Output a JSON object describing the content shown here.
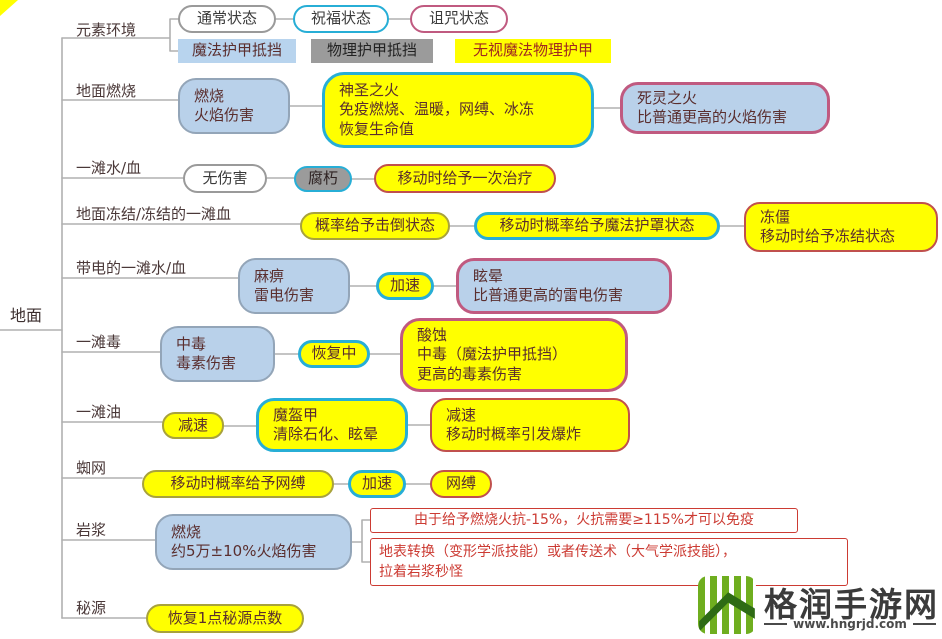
{
  "root": "地面",
  "branches": {
    "element_env": "元素环境",
    "ground_burning": "地面燃烧",
    "water_blood_pool": "一滩水/血",
    "frozen_ground": "地面冻结/冻结的一滩血",
    "electrified_pool": "带电的一滩水/血",
    "poison_pool": "一滩毒",
    "oil_pool": "一滩油",
    "spider_web": "蜘网",
    "lava": "岩浆",
    "source": "秘源"
  },
  "nodes": {
    "normal_state": "通常状态",
    "blessed_state": "祝福状态",
    "cursed_state": "诅咒状态",
    "magic_armor_block": "魔法护甲抵挡",
    "physical_armor_block": "物理护甲抵挡",
    "ignore_armor": "无视魔法物理护甲",
    "burning": {
      "lines": [
        "燃烧",
        "火焰伤害"
      ]
    },
    "holy_fire": {
      "lines": [
        "神圣之火",
        "免疫燃烧、温暖，网缚、冰冻",
        "恢复生命值"
      ]
    },
    "necro_fire": {
      "lines": [
        "死灵之火",
        "比普通更高的火焰伤害"
      ]
    },
    "no_damage": "无伤害",
    "decay": "腐朽",
    "heal_once": "移动时给予一次治疗",
    "knockdown": "概率给予击倒状态",
    "magic_shell": "移动时概率给予魔法护罩状态",
    "frozen_stiff": {
      "lines": [
        "冻僵",
        "移动时给予冻结状态"
      ]
    },
    "paralyzed": {
      "lines": [
        "麻痹",
        "雷电伤害"
      ]
    },
    "haste_1": "加速",
    "dazzled": {
      "lines": [
        "眩晕",
        "比普通更高的雷电伤害"
      ]
    },
    "poisoned": {
      "lines": [
        "中毒",
        "毒素伤害"
      ]
    },
    "regenerating": "恢复中",
    "acid": {
      "lines": [
        "酸蚀",
        "中毒（魔法护甲抵挡）",
        "更高的毒素伤害"
      ]
    },
    "slow_1": "减速",
    "magic_helmet": {
      "lines": [
        "魔盔甲",
        "清除石化、眩晕"
      ]
    },
    "slow_explode": {
      "lines": [
        "减速",
        "移动时概率引发爆炸"
      ]
    },
    "web_chance": "移动时概率给予网缚",
    "haste_2": "加速",
    "web": "网缚",
    "lava_burning": {
      "lines": [
        "燃烧",
        "约5万±10%火焰伤害"
      ]
    },
    "lava_note_resist": "由于给予燃烧火抗-15%，火抗需要≥115%才可以免疫",
    "lava_note_skills": {
      "lines": [
        "地表转换（变形学派技能）或者传送术（大气学派技能），",
        "拉着岩浆秒怪"
      ]
    },
    "source_restore": "恢复1点秘源点数"
  },
  "watermark": {
    "title": "格润手游网",
    "url": "www.hngrjd.com"
  },
  "colors": {
    "yellow_fill": "#ffff00",
    "blue_fill": "#b9d1ea",
    "light_blue_fill": "#b8d4ee",
    "gray_fill": "#9b9b9b",
    "cyan_border": "#27aed6",
    "pink_border": "#c05a80",
    "olive_border": "#a8a23c",
    "red_border": "#c0504d",
    "gray_border": "#9a9a9a",
    "note_red": "#cc3b33",
    "connector_gray": "#b0b0b0",
    "node_text": "#5a2e2e",
    "logo_green": "#6fae1f",
    "logo_dark_green": "#2e6b15"
  }
}
